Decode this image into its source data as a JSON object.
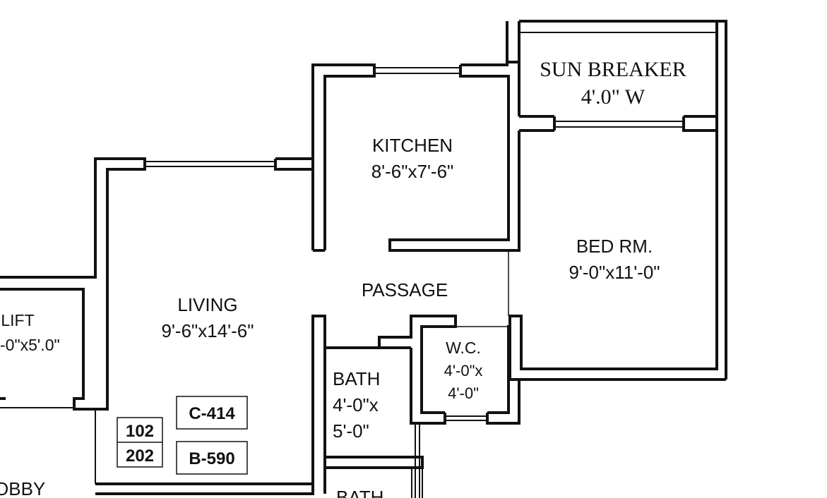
{
  "plan": {
    "sun_breaker": {
      "name": "SUN BREAKER",
      "dims": "4'.0\" W"
    },
    "kitchen": {
      "name": "KITCHEN",
      "dims": "8'-6\"x7'-6\""
    },
    "bedroom": {
      "name": "BED RM.",
      "dims": "9'-0\"x11'-0\""
    },
    "passage": {
      "name": "PASSAGE"
    },
    "living": {
      "name": "LIVING",
      "dims": "9'-6\"x14'-6\""
    },
    "lift": {
      "name": "LIFT",
      "dims": "-0\"x5'.0\""
    },
    "wc": {
      "name": "W.C.",
      "dims_line1": "4'-0\"x",
      "dims_line2": "4'-0\""
    },
    "bath": {
      "name": "BATH",
      "dims_line1": "4'-0\"x",
      "dims_line2": "5'-0\""
    },
    "bath2": {
      "name": "BATH"
    },
    "lobby": {
      "name": "OBBY"
    },
    "tags": {
      "c_code": "C-414",
      "b_code": "B-590",
      "unit_a": "102",
      "unit_b": "202"
    }
  }
}
